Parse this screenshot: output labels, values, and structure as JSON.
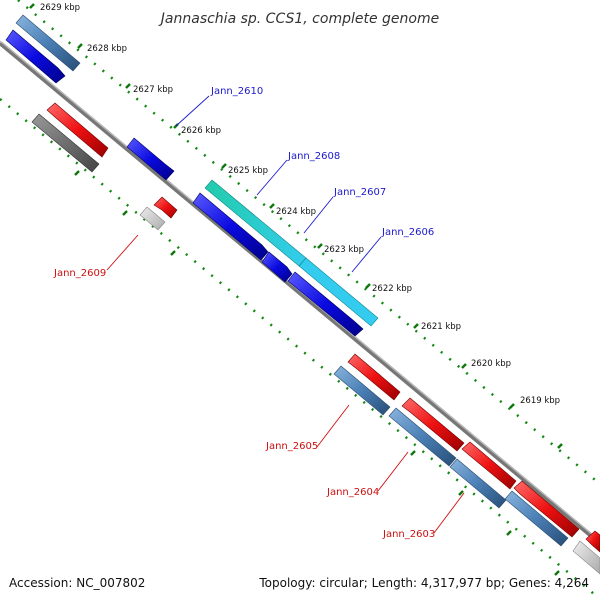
{
  "title": "Jannaschia sp. CCS1, complete genome",
  "footer": {
    "accession": "Accession: NC_007802",
    "topology": "Topology: circular; Length: 4,317,977 bp; Genes: 4,264"
  },
  "kbp_ticks": [
    "2629 kbp",
    "2628 kbp",
    "2627 kbp",
    "2626 kbp",
    "2625 kbp",
    "2624 kbp",
    "2623 kbp",
    "2622 kbp",
    "2621 kbp",
    "2620 kbp",
    "2619 kbp"
  ],
  "gene_labels": {
    "jann_2610": "Jann_2610",
    "jann_2608": "Jann_2608",
    "jann_2607": "Jann_2607",
    "jann_2606": "Jann_2606",
    "jann_2609": "Jann_2609",
    "jann_2605": "Jann_2605",
    "jann_2604": "Jann_2604",
    "jann_2603": "Jann_2603"
  },
  "colors": {
    "forward_gene": "#0a0ae0",
    "reverse_gene": "#ee1111",
    "steel_gene": "#4a7fb5",
    "cyan_gene": "#22c4dd",
    "gray_gene": "#666666",
    "light_gene": "#cccccc",
    "backbone": "#888888",
    "tick_dots": "#118811"
  }
}
